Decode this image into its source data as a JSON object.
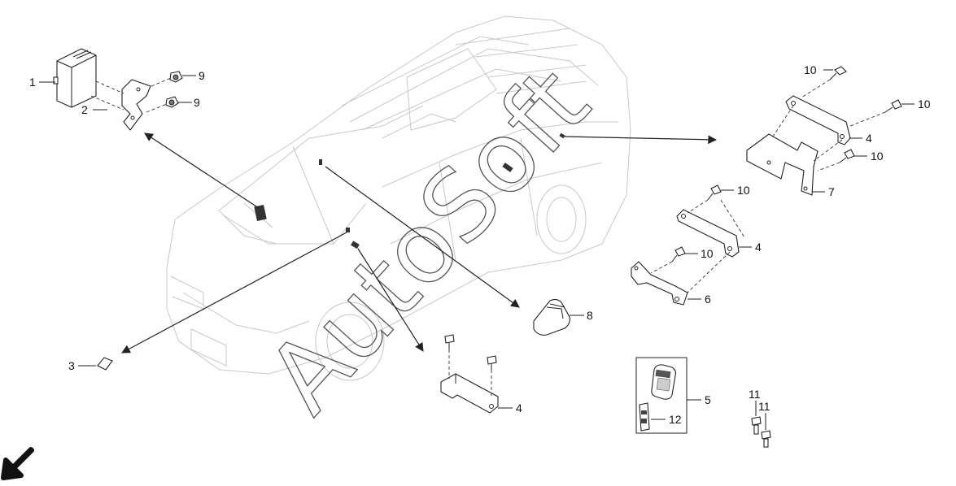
{
  "diagram": {
    "watermark": "AutoSoft",
    "callouts": {
      "c1": "1",
      "c2": "2",
      "c3": "3",
      "c4a": "4",
      "c4b": "4",
      "c4c": "4",
      "c5": "5",
      "c6": "6",
      "c7": "7",
      "c8": "8",
      "c9a": "9",
      "c9b": "9",
      "c10a": "10",
      "c10b": "10",
      "c10c": "10",
      "c10d": "10",
      "c10e": "10",
      "c11a": "11",
      "c11b": "11",
      "c12": "12"
    }
  },
  "navigation": {
    "direction_arrow_icon": "arrow-down-left-icon"
  }
}
